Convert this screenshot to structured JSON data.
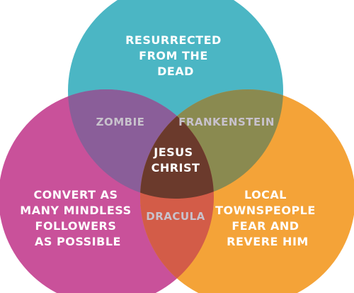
{
  "diagram": {
    "circles": [
      {
        "id": "top",
        "lines": [
          "RESURRECTED",
          "FROM THE",
          "DEAD"
        ],
        "color": "#4bb6c4"
      },
      {
        "id": "left",
        "lines": [
          "CONVERT AS",
          "MANY MINDLESS",
          "FOLLOWERS",
          "AS POSSIBLE"
        ],
        "color": "#c9519a"
      },
      {
        "id": "right",
        "lines": [
          "LOCAL",
          "TOWNSPEOPLE",
          "FEAR AND",
          "REVERE HIM"
        ],
        "color": "#f4a338"
      }
    ],
    "intersections": {
      "top_left": {
        "lines": [
          "ZOMBIE"
        ],
        "color": "#8a5e99"
      },
      "top_right": {
        "lines": [
          "FRANKENSTEIN"
        ],
        "color": "#8a8a50"
      },
      "left_right": {
        "lines": [
          "DRACULA"
        ],
        "color": "#d35c48"
      },
      "center": {
        "lines": [
          "JESUS",
          "CHRIST"
        ],
        "color": "#6b3a2c"
      }
    },
    "text_colors": {
      "circle_text": "#ffffff",
      "pair_text": "#c8c2cc",
      "center_text": "#ffffff"
    }
  }
}
